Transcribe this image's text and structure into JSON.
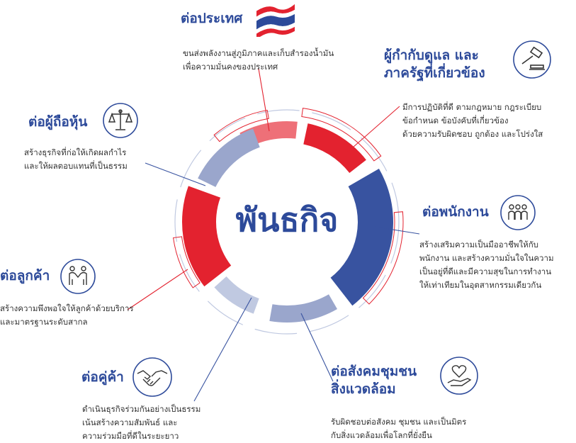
{
  "center_label": "พันธกิจ",
  "colors": {
    "blue_dark": "#3853a0",
    "blue_light": "#9aa6cc",
    "blue_pale": "#c0c9e1",
    "red": "#e3222f",
    "red_light": "#ee7078",
    "title_blue": "#2d4a9a"
  },
  "stakeholders": {
    "country": {
      "title": [
        "ต่อประเทศ"
      ],
      "desc": [
        "ขนส่งพลังงานสู่ภูมิภาคและเก็บสำรองน้ำมัน",
        "เพื่อความมั่นคงของประเทศ"
      ],
      "icon": "thai-flag-icon"
    },
    "regulator": {
      "title": [
        "ผู้กำกับดูแล และ",
        "ภาครัฐที่เกี่ยวข้อง"
      ],
      "desc": [
        "มีการปฏิบัติที่ดี ตามกฎหมาย กฎระเบียบ",
        "ข้อกำหนด ข้อบังคับที่เกี่ยวข้อง",
        "ด้วยความรับผิดชอบ ถูกต้อง และโปร่งใส"
      ],
      "icon": "gavel-icon"
    },
    "shareholder": {
      "title": [
        "ต่อผู้ถือหุ้น"
      ],
      "desc": [
        "สร้างธุรกิจที่ก่อให้เกิดผลกำไร",
        "และให้ผลตอบแทนที่เป็นธรรม"
      ],
      "icon": "scale-icon"
    },
    "employee": {
      "title": [
        "ต่อพนักงาน"
      ],
      "desc": [
        "สร้างเสริมความเป็นมืออาชีพให้กับ",
        "พนักงาน และสร้างความมั่นใจในความ",
        "เป็นอยู่ที่ดีและมีความสุขในการทำงาน",
        "ให้เท่าเทียมในอุตสาหกรรมเดียวกัน"
      ],
      "icon": "team-icon"
    },
    "customer": {
      "title": [
        "ต่อลูกค้า"
      ],
      "desc": [
        "สร้างความพึงพอใจให้ลูกค้าด้วยบริการ",
        "และมาตรฐานระดับสากล"
      ],
      "icon": "people-greeting-icon"
    },
    "partner": {
      "title": [
        "ต่อคู่ค้า"
      ],
      "desc": [
        "ดำเนินธุรกิจร่วมกันอย่างเป็นธรรม",
        "เน้นสร้างความสัมพันธ์ และ",
        "ความร่วมมือที่ดีในระยะยาว"
      ],
      "icon": "handshake-icon"
    },
    "society": {
      "title": [
        "ต่อสังคมชุมชน",
        "สิ่งแวดล้อม"
      ],
      "desc": [
        "รับผิดชอบต่อสังคม ชุมชน และเป็นมิตร",
        "กับสิ่งแวดล้อมเพื่อโลกที่ยั่งยืน"
      ],
      "icon": "heart-hand-icon"
    }
  }
}
